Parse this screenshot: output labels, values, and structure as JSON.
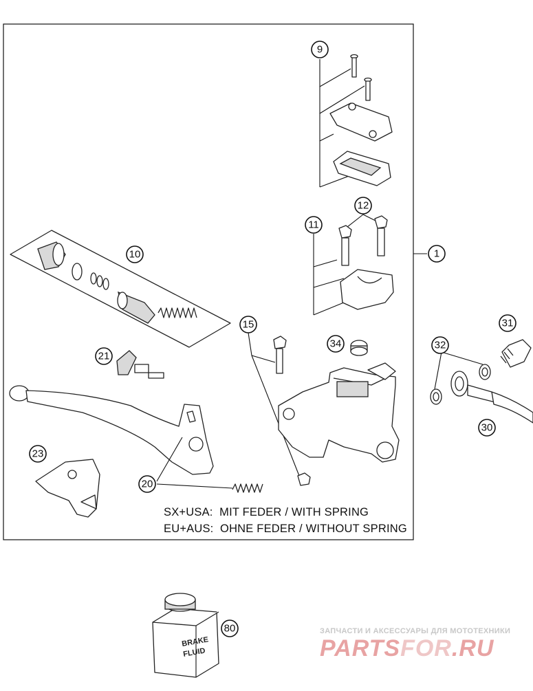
{
  "callouts": {
    "c1": "1",
    "c9": "9",
    "c10": "10",
    "c11": "11",
    "c12": "12",
    "c15": "15",
    "c20": "20",
    "c21": "21",
    "c23": "23",
    "c30": "30",
    "c31": "31",
    "c32": "32",
    "c34": "34",
    "c80": "80"
  },
  "notes": {
    "line1": "SX+USA:  MIT FEDER / WITH SPRING",
    "line2": "EU+AUS:  OHNE FEDER / WITHOUT SPRING"
  },
  "bottle_label": {
    "line1": "BRAKE",
    "line2": "FLUID"
  },
  "watermark": {
    "tagline": "ЗАПЧАСТИ И АКСЕССУАРЫ ДЛЯ МОТОТЕХНИКИ",
    "logo_a": "PARTS",
    "logo_b": "FOR",
    "logo_c": ".RU"
  },
  "colors": {
    "line": "#111111",
    "watermark_logo": "#e8a3a3"
  }
}
